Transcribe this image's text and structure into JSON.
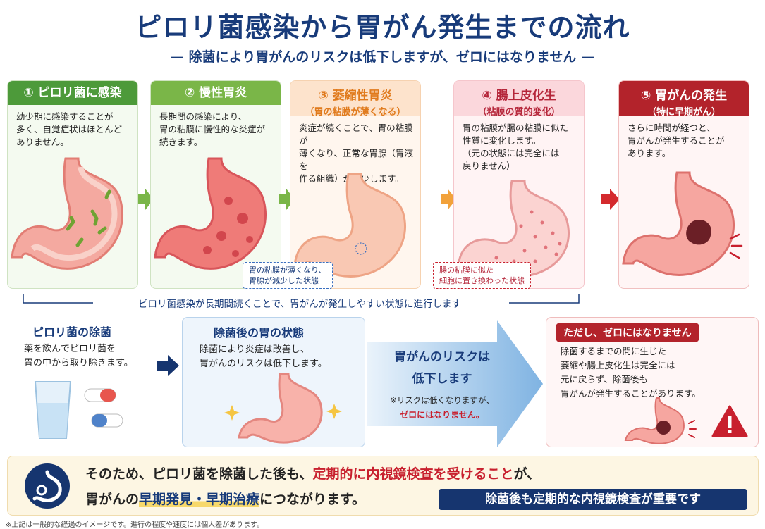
{
  "title": "ピロリ菌感染から胃がん発生までの流れ",
  "subtitle": "— 除菌により胃がんのリスクは低下しますが、ゼロにはなりません —",
  "stages": [
    {
      "title": "① ピロリ菌に感染",
      "sub": "",
      "lines": [
        "幼少期に感染することが",
        "多く、自覚症状はほとんど",
        "ありません。"
      ]
    },
    {
      "title": "② 慢性胃炎",
      "sub": "",
      "lines": [
        "長期間の感染により、",
        "胃の粘膜に慢性的な炎症が",
        "続きます。"
      ]
    },
    {
      "title": "③ 萎縮性胃炎",
      "sub": "（胃の粘膜が薄くなる）",
      "lines": [
        "炎症が続くことで、胃の粘膜が",
        "薄くなり、正常な胃腺（胃液を",
        "作る組織）が減少します。"
      ]
    },
    {
      "title": "④ 腸上皮化生",
      "sub": "（粘膜の質的変化）",
      "lines": [
        "胃の粘膜が腸の粘膜に似た",
        "性質に変化します。",
        "（元の状態には完全には",
        "戻りません）"
      ]
    },
    {
      "title": "⑤ 胃がんの発生",
      "sub": "（特に早期がん）",
      "lines": [
        "さらに時間が経つと、",
        "胃がんが発生することが",
        "あります。"
      ]
    }
  ],
  "callouts": {
    "c3": [
      "胃の粘膜が薄くなり、",
      "胃腺が減少した状態"
    ],
    "c4": [
      "腸の粘膜に似た",
      "細胞に置き換わった状態"
    ]
  },
  "bracket_text": "ピロリ菌感染が長期間続くことで、胃がんが発生しやすい状態に進行します",
  "eradication": {
    "title": "ピロリ菌の除菌",
    "lines": [
      "薬を飲んでピロリ菌を",
      "胃の中から取り除きます。"
    ]
  },
  "after": {
    "title": "除菌後の胃の状態",
    "lines": [
      "除菌により炎症は改善し、",
      "胃がんのリスクは低下します。"
    ]
  },
  "risk": {
    "line1": "胃がんのリスクは",
    "line2": "低下します",
    "note1": "※リスクは低くなりますが、",
    "note2": "ゼロにはなりません。"
  },
  "caution": {
    "title": "ただし、ゼロにはなりません",
    "lines": [
      "除菌するまでの間に生じた",
      "萎縮や腸上皮化生は完全には",
      "元に戻らず、除菌後も",
      "胃がんが発生することがあります。"
    ]
  },
  "bottom": {
    "l1a": "そのため、ピロリ菌を除菌した後も、",
    "l1b": "定期的に内視鏡検査を受けること",
    "l1c": "が、",
    "l2a": "胃がんの",
    "l2b": "早期発見・早期治療",
    "l2c": "につながります。",
    "pill": "除菌後も定期的な内視鏡検査が重要です"
  },
  "footnote": "※上記は一般的な経過のイメージです。進行の程度や速度には個人差があります。",
  "colors": {
    "navy": "#183b7a",
    "green": "#4d9a3a",
    "lightgreen": "#7ab648",
    "orange": "#e07a1c",
    "red": "#b3232b"
  }
}
